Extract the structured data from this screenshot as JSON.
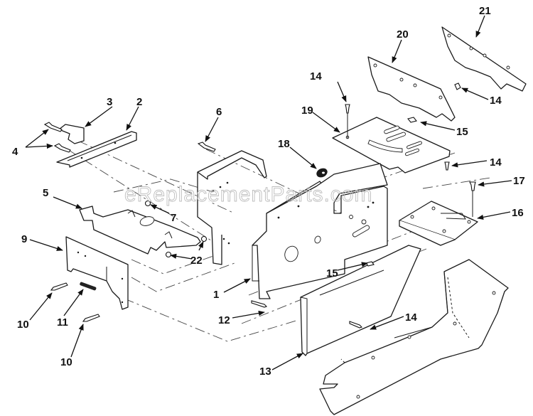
{
  "diagram": {
    "type": "exploded-parts-diagram",
    "watermark": "eReplacementParts.com",
    "callouts": [
      {
        "id": "c1",
        "label": "1"
      },
      {
        "id": "c2",
        "label": "2"
      },
      {
        "id": "c3",
        "label": "3"
      },
      {
        "id": "c4",
        "label": "4"
      },
      {
        "id": "c5",
        "label": "5"
      },
      {
        "id": "c6",
        "label": "6"
      },
      {
        "id": "c7",
        "label": "7"
      },
      {
        "id": "c9",
        "label": "9"
      },
      {
        "id": "c10a",
        "label": "10"
      },
      {
        "id": "c10b",
        "label": "10"
      },
      {
        "id": "c11",
        "label": "11"
      },
      {
        "id": "c12",
        "label": "12"
      },
      {
        "id": "c13",
        "label": "13"
      },
      {
        "id": "c14a",
        "label": "14"
      },
      {
        "id": "c14b",
        "label": "14"
      },
      {
        "id": "c14c",
        "label": "14"
      },
      {
        "id": "c14d",
        "label": "14"
      },
      {
        "id": "c15a",
        "label": "15"
      },
      {
        "id": "c15b",
        "label": "15"
      },
      {
        "id": "c16",
        "label": "16"
      },
      {
        "id": "c17",
        "label": "17"
      },
      {
        "id": "c18",
        "label": "18"
      },
      {
        "id": "c19",
        "label": "19"
      },
      {
        "id": "c20",
        "label": "20"
      },
      {
        "id": "c21",
        "label": "21"
      },
      {
        "id": "c22",
        "label": "22"
      }
    ]
  }
}
